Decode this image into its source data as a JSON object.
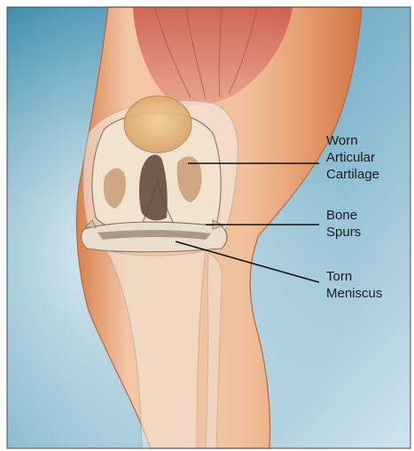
{
  "labels": [
    {
      "name": "worn-articular-cartilage",
      "text": "Worn\nArticular\nCartilage"
    },
    {
      "name": "bone-spurs",
      "text": "Bone\nSpurs"
    },
    {
      "name": "torn-meniscus",
      "text": "Torn\nMeniscus"
    }
  ],
  "colors": {
    "background_light": "#cfe3ec",
    "background_dark": "#3d8fae",
    "skin_light": "#f3c7a5",
    "skin_dark": "#d9804f",
    "bone": "#f2e3cf",
    "muscle": "#d8695c",
    "leader_line": "#111111"
  }
}
